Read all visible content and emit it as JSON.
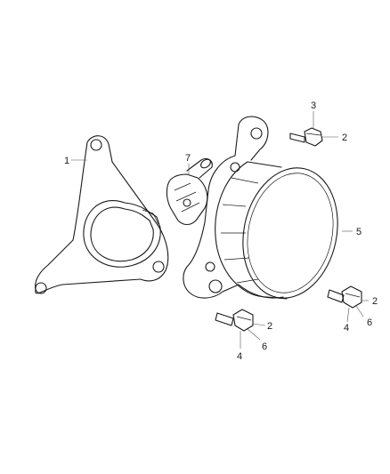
{
  "callouts": [
    {
      "id": "c1",
      "text": "1"
    },
    {
      "id": "c2a",
      "text": "2"
    },
    {
      "id": "c2b",
      "text": "2"
    },
    {
      "id": "c2c",
      "text": "2"
    },
    {
      "id": "c3",
      "text": "3"
    },
    {
      "id": "c4a",
      "text": "4"
    },
    {
      "id": "c4b",
      "text": "4"
    },
    {
      "id": "c5",
      "text": "5"
    },
    {
      "id": "c6a",
      "text": "6"
    },
    {
      "id": "c6b",
      "text": "6"
    },
    {
      "id": "c7",
      "text": "7"
    }
  ]
}
